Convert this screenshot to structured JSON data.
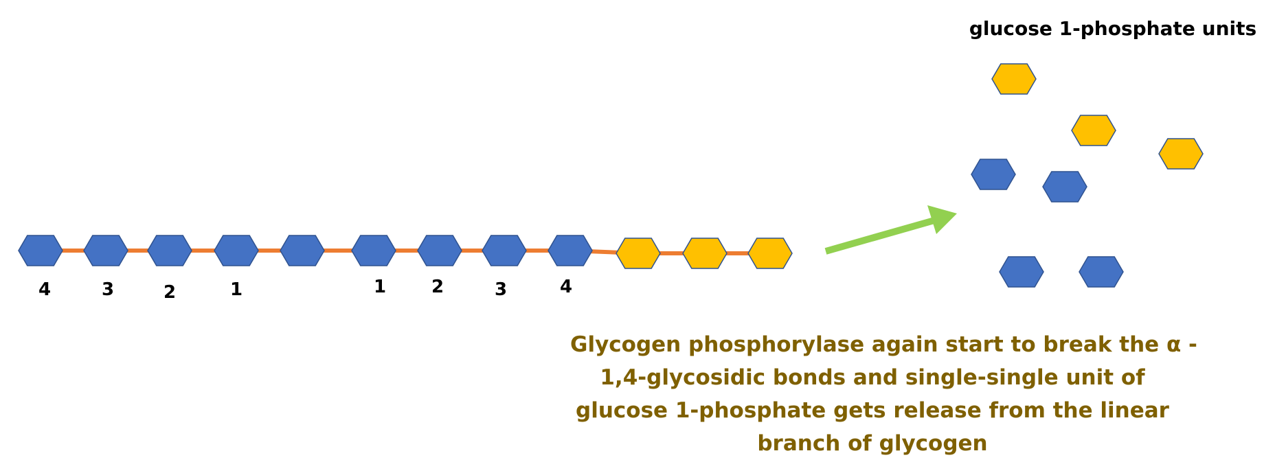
{
  "colors": {
    "glucose_blue": "#4472c4",
    "glucose_yellow": "#ffc000",
    "hex_outline": "#2f528f",
    "bond": "#ed7d31",
    "arrow": "#92d050",
    "caption_text": "#7f6000"
  },
  "chain": {
    "units": [
      {
        "color": "blue"
      },
      {
        "color": "blue"
      },
      {
        "color": "blue"
      },
      {
        "color": "blue"
      },
      {
        "color": "blue"
      },
      {
        "color": "blue"
      },
      {
        "color": "blue"
      },
      {
        "color": "blue"
      },
      {
        "color": "blue"
      },
      {
        "color": "yellow"
      },
      {
        "color": "yellow"
      },
      {
        "color": "yellow"
      }
    ],
    "position_labels": [
      "4",
      "3",
      "2",
      "1",
      "1",
      "2",
      "3",
      "4"
    ]
  },
  "products": {
    "title": "glucose 1-phosphate units",
    "units": [
      {
        "color": "yellow"
      },
      {
        "color": "yellow"
      },
      {
        "color": "yellow"
      },
      {
        "color": "blue"
      },
      {
        "color": "blue"
      },
      {
        "color": "blue"
      },
      {
        "color": "blue"
      }
    ]
  },
  "caption": {
    "lines": [
      "Glycogen phosphorylase again start to break the α -",
      "1,4-glycosidic bonds and single-single unit of",
      "glucose 1-phosphate gets release from the linear",
      "branch of glycogen"
    ]
  }
}
